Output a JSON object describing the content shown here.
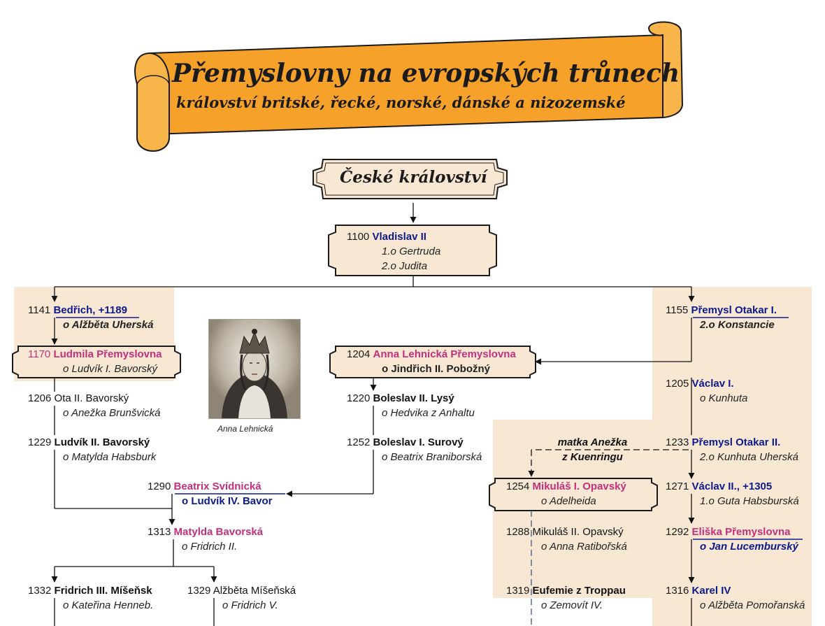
{
  "title": {
    "main": "Přemyslovny na evropských trůnech",
    "sub": "království britské, řecké, norské, dánské a nizozemské"
  },
  "kingdom": "České království",
  "portrait_caption": "Anna Lehnická",
  "note": {
    "line1": "matka Anežka",
    "line2": "z Kuenringu"
  },
  "nodes": {
    "vladislav": {
      "year": "1100",
      "name": "Vladislav II",
      "s1": "1.o Gertruda",
      "s2": "2.o Judita"
    },
    "bedrich": {
      "year": "1141",
      "name": "Bedřich, +1189",
      "s1": "o Alžběta Uherská"
    },
    "ludmila": {
      "year": "1170",
      "name": "Ludmila Přemyslovna",
      "s1": "o Ludvík I. Bavorský"
    },
    "ota": {
      "year": "1206",
      "name": "Ota II. Bavorský",
      "s1": "o Anežka Brunšvická"
    },
    "ludvik2": {
      "year": "1229",
      "name": "Ludvík II. Bavorský",
      "s1": "o Matylda Habsburk"
    },
    "beatrix": {
      "year": "1290",
      "name": "Beatrix Svídnická",
      "s1": "o Ludvík IV. Bavor"
    },
    "matylda": {
      "year": "1313",
      "name": "Matylda Bavorská",
      "s1": "o Fridrich II."
    },
    "fridrich3": {
      "year": "1332",
      "name": "Fridrich III. Míšeňsk",
      "s1": "o Kateřina Henneb."
    },
    "alzbeta_m": {
      "year": "1329",
      "name": "Alžběta Míšeňská",
      "s1": "o Fridrich V."
    },
    "anna": {
      "year": "1204",
      "name": "Anna Lehnická Přemyslovna",
      "s1": "o Jindřich II. Pobožný"
    },
    "boleslav2": {
      "year": "1220",
      "name": "Boleslav II. Lysý",
      "s1": "o Hedvika z Anhaltu"
    },
    "boleslav1": {
      "year": "1252",
      "name": "Boleslav I. Surový",
      "s1": "o Beatrix Braniborská"
    },
    "mikulas1": {
      "year": "1254",
      "name": "Mikuláš I. Opavský",
      "s1": "o Adelheida"
    },
    "mikulas2": {
      "year": "1288",
      "name": "Mikuláš II. Opavský",
      "s1": "o Anna Ratibořská"
    },
    "eufemie": {
      "year": "1319",
      "name": "Eufemie z Troppau",
      "s1": "o Zemovít IV."
    },
    "premysl1": {
      "year": "1155",
      "name": "Přemysl Otakar I.",
      "s1": "2.o Konstancie"
    },
    "vaclav1": {
      "year": "1205",
      "name": "Václav I.",
      "s1": "o Kunhuta"
    },
    "premysl2": {
      "year": "1233",
      "name": "Přemysl Otakar II.",
      "s1": "2.o Kunhuta Uherská"
    },
    "vaclav2": {
      "year": "1271",
      "name": "Václav II., +1305",
      "s1": "1.o Guta Habsburská"
    },
    "eliska": {
      "year": "1292",
      "name": "Eliška Přemyslovna",
      "s1": "o Jan Lucemburský"
    },
    "karel": {
      "year": "1316",
      "name": "Karel IV",
      "s1": "o Alžběta Pomořanská"
    }
  },
  "colors": {
    "panel": "#f8e7d2",
    "scroll": "#f7a92e",
    "blue_name": "#0d1a8c",
    "pink_name": "#c2307d"
  }
}
